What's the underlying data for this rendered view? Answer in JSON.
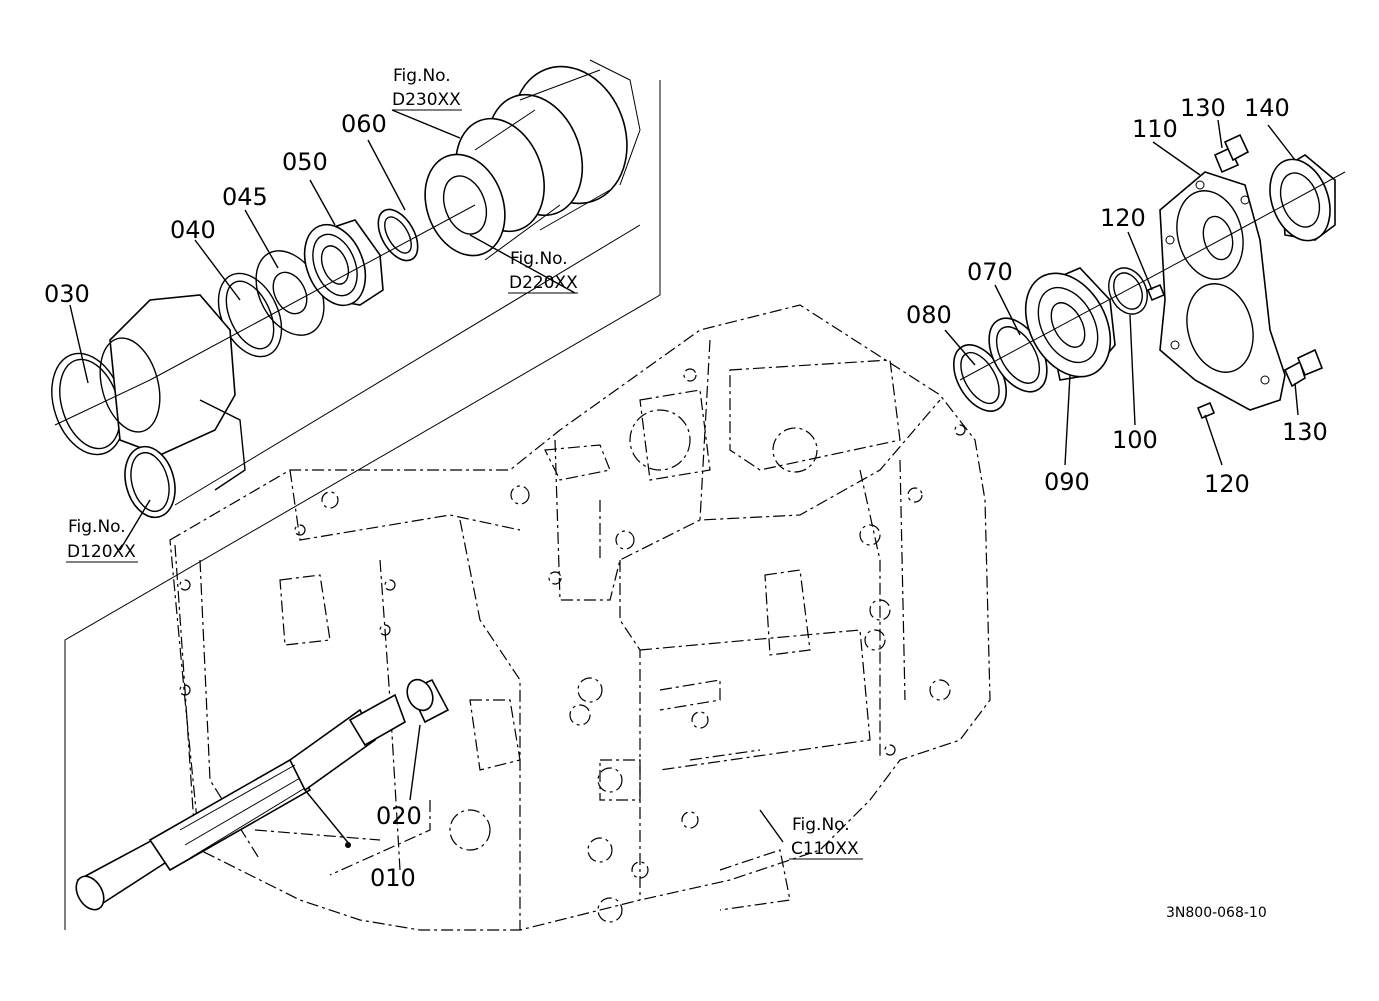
{
  "parts": [
    {
      "id": "p010",
      "label": "010"
    },
    {
      "id": "p020",
      "label": "020"
    },
    {
      "id": "p030",
      "label": "030"
    },
    {
      "id": "p040",
      "label": "040"
    },
    {
      "id": "p045",
      "label": "045"
    },
    {
      "id": "p050",
      "label": "050"
    },
    {
      "id": "p060",
      "label": "060"
    },
    {
      "id": "p070",
      "label": "070"
    },
    {
      "id": "p080",
      "label": "080"
    },
    {
      "id": "p090",
      "label": "090"
    },
    {
      "id": "p100",
      "label": "100"
    },
    {
      "id": "p110",
      "label": "110"
    },
    {
      "id": "p120a",
      "label": "120"
    },
    {
      "id": "p120b",
      "label": "120"
    },
    {
      "id": "p130a",
      "label": "130"
    },
    {
      "id": "p130b",
      "label": "130"
    },
    {
      "id": "p140",
      "label": "140"
    }
  ],
  "figure_refs": [
    {
      "id": "ref-d230",
      "prefix": "Fig.No.",
      "code": "D230XX"
    },
    {
      "id": "ref-d220",
      "prefix": "Fig.No.",
      "code": "D220XX"
    },
    {
      "id": "ref-d120",
      "prefix": "Fig.No.",
      "code": "D120XX"
    },
    {
      "id": "ref-c110",
      "prefix": "Fig.No.",
      "code": "C110XX"
    }
  ],
  "drawing_code": "3N800-068-10"
}
